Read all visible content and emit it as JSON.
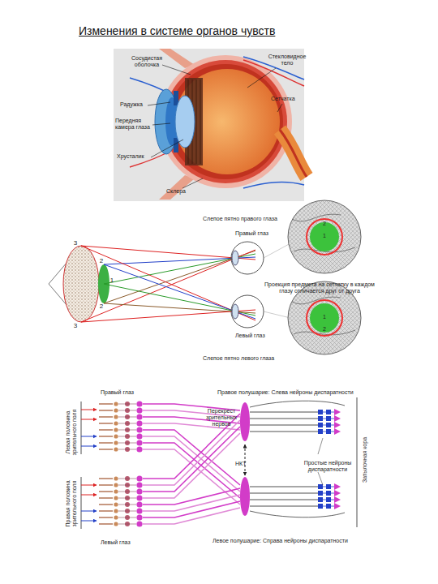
{
  "diagram": {
    "title": "Изменения в системе органов чувств",
    "labels": [
      "Сосудистая оболочка",
      "Стекловидное тело",
      "Сетчатка",
      "Радужка",
      "Передняя камера глаза",
      "Хрусталик",
      "Склера",
      "Слепое пятно правого глаза",
      "Правый глаз",
      "Проекция предмета на сетчатку в каждом глазу отличается друг от друга",
      "Левый глаз",
      "Слепое пятно левого глаза",
      "3",
      "2",
      "1",
      "2",
      "3",
      "2",
      "1",
      "1",
      "2",
      "Правый глаз",
      "Правое полушарие: Слева нейроны диспаратности",
      "Перекрест зрительных нервов",
      "НКТ",
      "Простые нейроны диспаратности",
      "Затылочная кора",
      "Левая половина зрительного поля",
      "Правая половина зрительного поля",
      "Левый глаз",
      "Левое полушарие: Справа нейроны диспаратности"
    ]
  }
}
